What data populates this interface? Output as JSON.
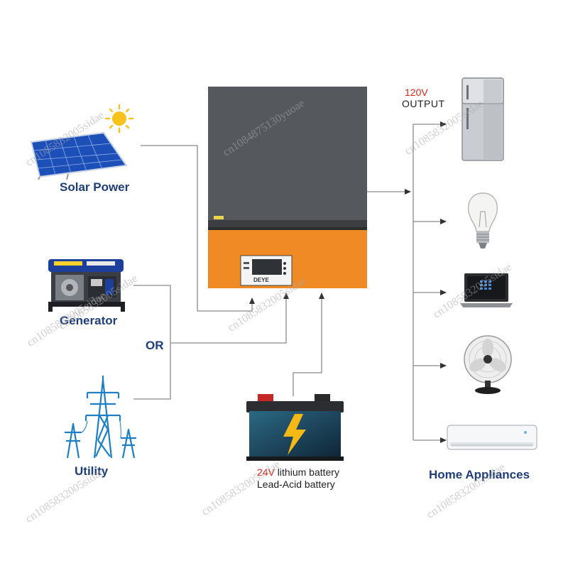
{
  "colors": {
    "line": "#8a8a8a",
    "label": "#1f3e78",
    "inverter_top": "#55585c",
    "inverter_bottom": "#f08a24",
    "voltage_red": "#d9251d"
  },
  "sources": {
    "solar": {
      "label": "Solar Power",
      "icon": "solar-panel-icon"
    },
    "generator": {
      "label": "Generator",
      "icon": "generator-icon"
    },
    "utility": {
      "label": "Utility",
      "icon": "power-tower-icon"
    },
    "or_label": "OR"
  },
  "inverter": {
    "icon": "inverter-icon",
    "logo": "DEYE"
  },
  "battery": {
    "icon": "battery-icon",
    "voltage": "24V",
    "line1_rest": " lithium battery",
    "line2": "Lead-Acid battery"
  },
  "output": {
    "voltage": "120V",
    "label": "OUTPUT",
    "appliances_label": "Home Appliances",
    "appliances": [
      {
        "icon": "refrigerator-icon"
      },
      {
        "icon": "light-bulb-icon"
      },
      {
        "icon": "laptop-icon"
      },
      {
        "icon": "fan-icon"
      },
      {
        "icon": "air-conditioner-icon"
      }
    ]
  },
  "watermarks": [
    "cn1085832005sidae",
    "cn1084875130yuoae",
    "cn1085832005sidae",
    "cn1085832005sidae",
    "cn1085832005sidae",
    "cn1085832005sidae",
    "cn1085832005sidae",
    "cn1085832005sidae",
    "cn1085832005sidae",
    "cn1085832005sidae"
  ]
}
